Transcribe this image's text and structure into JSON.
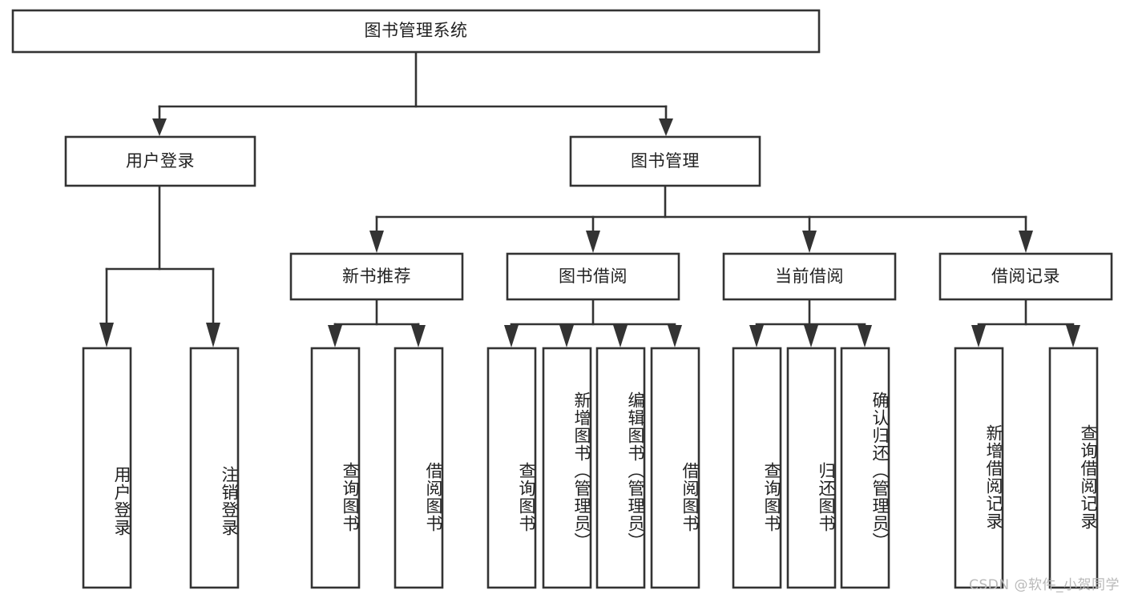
{
  "diagram": {
    "type": "tree-hierarchy",
    "title": "图书管理系统",
    "root": {
      "id": "root",
      "label": "图书管理系统",
      "orientation": "horizontal"
    },
    "level2": [
      {
        "id": "user-login",
        "label": "用户登录",
        "orientation": "horizontal"
      },
      {
        "id": "book-management",
        "label": "图书管理",
        "orientation": "horizontal"
      }
    ],
    "level3": [
      {
        "id": "new-book-recommend",
        "label": "新书推荐",
        "orientation": "horizontal",
        "parent": "book-management"
      },
      {
        "id": "book-borrow",
        "label": "图书借阅",
        "orientation": "horizontal",
        "parent": "book-management"
      },
      {
        "id": "current-borrow",
        "label": "当前借阅",
        "orientation": "horizontal",
        "parent": "book-management"
      },
      {
        "id": "borrow-record",
        "label": "借阅记录",
        "orientation": "horizontal",
        "parent": "book-management"
      }
    ],
    "leaves": [
      {
        "id": "leaf-user-login",
        "label": "用户登录",
        "parent": "user-login",
        "orientation": "vertical"
      },
      {
        "id": "leaf-logout",
        "label": "注销登录",
        "parent": "user-login",
        "orientation": "vertical"
      },
      {
        "id": "leaf-query-book-1",
        "label": "查询图书",
        "parent": "new-book-recommend",
        "orientation": "vertical"
      },
      {
        "id": "leaf-borrow-book-1",
        "label": "借阅图书",
        "parent": "new-book-recommend",
        "orientation": "vertical"
      },
      {
        "id": "leaf-query-book-2",
        "label": "查询图书",
        "parent": "book-borrow",
        "orientation": "vertical"
      },
      {
        "id": "leaf-add-book",
        "label": "新增图书（管理员）",
        "parent": "book-borrow",
        "orientation": "vertical"
      },
      {
        "id": "leaf-edit-book",
        "label": "编辑图书（管理员）",
        "parent": "book-borrow",
        "orientation": "vertical"
      },
      {
        "id": "leaf-borrow-book-2",
        "label": "借阅图书",
        "parent": "book-borrow",
        "orientation": "vertical"
      },
      {
        "id": "leaf-query-book-3",
        "label": "查询图书",
        "parent": "current-borrow",
        "orientation": "vertical"
      },
      {
        "id": "leaf-return-book",
        "label": "归还图书",
        "parent": "current-borrow",
        "orientation": "vertical"
      },
      {
        "id": "leaf-confirm-return",
        "label": "确认归还（管理员）",
        "parent": "current-borrow",
        "orientation": "vertical"
      },
      {
        "id": "leaf-add-record",
        "label": "新增借阅记录",
        "parent": "borrow-record",
        "orientation": "vertical"
      },
      {
        "id": "leaf-query-record",
        "label": "查询借阅记录",
        "parent": "borrow-record",
        "orientation": "vertical"
      }
    ],
    "colors": {
      "box_stroke": "#333333",
      "box_fill": "#ffffff",
      "connector": "#333333",
      "text": "#222222",
      "background": "#ffffff",
      "watermark": "#b9b9b9"
    }
  },
  "watermark": {
    "text": "CSDN @软件_小贺同学"
  }
}
